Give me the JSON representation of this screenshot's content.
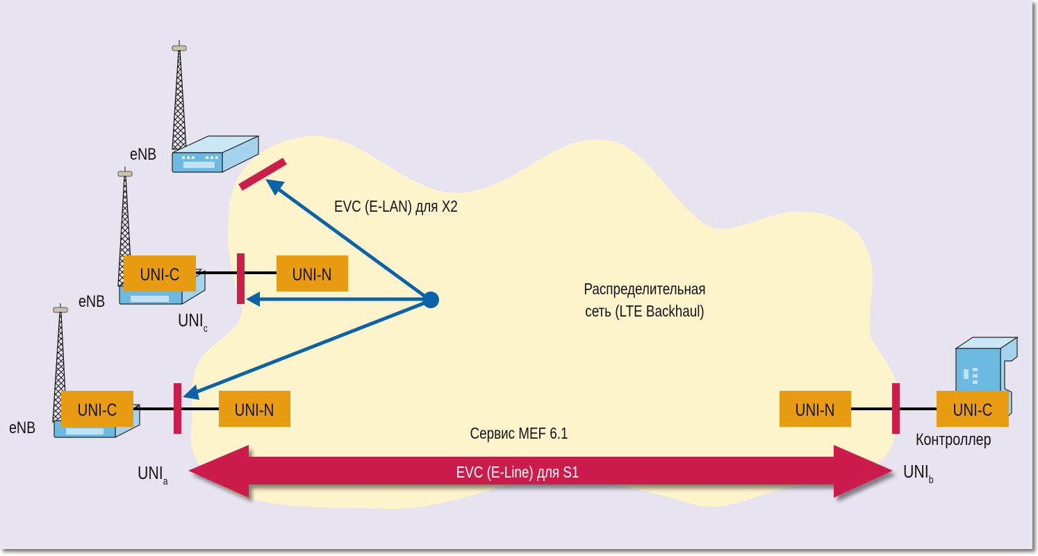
{
  "colors": {
    "background": "#e7e4f0",
    "cloud": "#fef4cc",
    "uni_box": "#e89c12",
    "demarcation": "#cc1d4b",
    "evc_lan": "#0863a8",
    "device_front": "#6cb9e2",
    "device_top": "#cbe6f5",
    "device_side": "#a5d2ec"
  },
  "network": {
    "label_line1": "Распределительная",
    "label_line2": "сеть (LTE Backhaul)"
  },
  "evc_lan": {
    "label": "EVC (E-LAN) для X2"
  },
  "evc_line": {
    "label": "EVC (E-Line) для S1",
    "service_label": "Сервис MEF 6.1"
  },
  "sites": {
    "enb_top": {
      "label": "eNB"
    },
    "enb_mid": {
      "label": "eNB",
      "uni_c": "UNI-C",
      "uni_n": "UNI-N",
      "uni_name": "UNI",
      "uni_sub": "c"
    },
    "enb_bottom": {
      "label": "eNB",
      "uni_c": "UNI-C",
      "uni_n": "UNI-N",
      "uni_name": "UNI",
      "uni_sub": "a"
    },
    "controller": {
      "label": "Контроллер",
      "uni_c": "UNI-C",
      "uni_n": "UNI-N",
      "uni_name": "UNI",
      "uni_sub": "b"
    }
  }
}
